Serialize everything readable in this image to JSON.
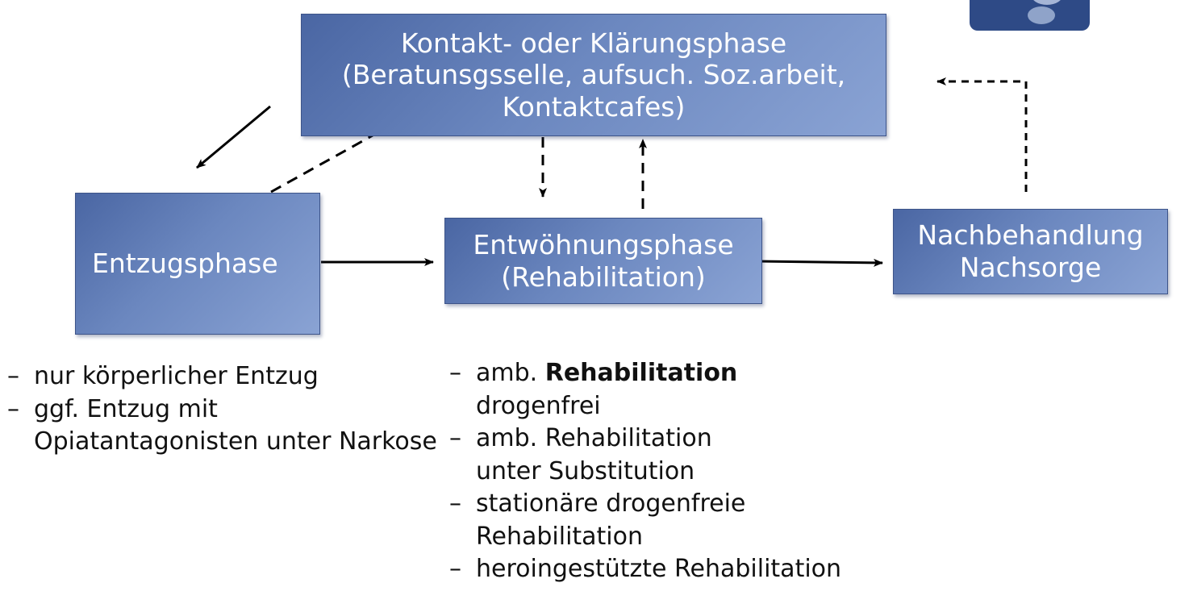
{
  "nodes": {
    "kontakt": {
      "line1": "Kontakt- oder Klärungsphase",
      "line2": "(Beratunsgsselle, aufsuch. Soz.arbeit,",
      "line3": "Kontaktcafes)"
    },
    "entzug": {
      "line1": "Entzugsphase"
    },
    "entwoehnung": {
      "line1": "Entwöhnungsphase",
      "line2": "(Rehabilitation)"
    },
    "nachbehandlung": {
      "line1": "Nachbehandlung",
      "line2": "Nachsorge"
    }
  },
  "lists": {
    "entzug": [
      {
        "line1": "nur körperlicher Entzug"
      },
      {
        "line1": "ggf. Entzug mit",
        "line2": "Opiatantagonisten unter Narkose"
      }
    ],
    "rehabilitation": [
      {
        "prefix": "amb. ",
        "bold": "Rehabilitation",
        "line2": "drogenfrei"
      },
      {
        "line1": "amb. Rehabilitation",
        "line2": "unter Substitution"
      },
      {
        "line1": "stationäre drogenfreie",
        "line2": "Rehabilitation"
      },
      {
        "line1": "heroingestützte Rehabilitation"
      }
    ]
  },
  "colors": {
    "box_dark": "#4a66a3",
    "box_light": "#8aa3d4",
    "box_text": "#ffffff",
    "arrow": "#000000",
    "logo": "#2e4a86"
  },
  "edges": [
    {
      "from": "kontakt",
      "to": "entzug",
      "style": "solid"
    },
    {
      "from": "entzug",
      "to": "kontakt",
      "style": "dashed",
      "arrowhead": false
    },
    {
      "from": "kontakt",
      "to": "entwoehnung",
      "style": "dashed"
    },
    {
      "from": "entwoehnung",
      "to": "kontakt",
      "style": "dashed"
    },
    {
      "from": "entzug",
      "to": "entwoehnung",
      "style": "solid"
    },
    {
      "from": "entwoehnung",
      "to": "nachbehandlung",
      "style": "solid"
    },
    {
      "from": "nachbehandlung",
      "to": "kontakt",
      "style": "dashed"
    }
  ]
}
